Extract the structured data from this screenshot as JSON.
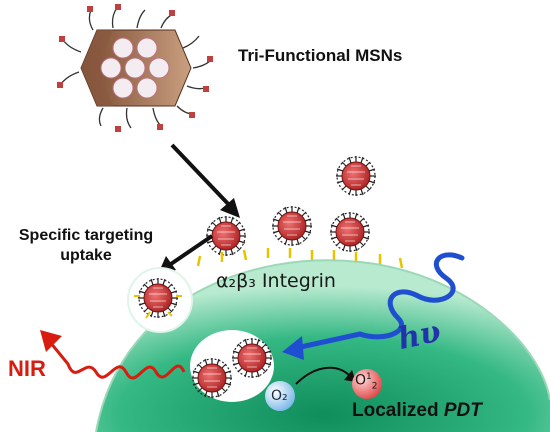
{
  "labels": {
    "title": "Tri-Functional MSNs",
    "targeting": "Specific targeting uptake",
    "integrin": "α₂β₃ Integrin",
    "light": "hυ",
    "nir": "NIR",
    "oxygen": "O₂",
    "singlet_oxygen": "O",
    "singlet_oxygen_sub": "2",
    "singlet_oxygen_sup": "1",
    "pdt_prefix": "Localized ",
    "pdt": "PDT"
  },
  "colors": {
    "cell_fill": "#2bb07a",
    "nanoparticle_core": "#d84848",
    "arrow_black": "#111111",
    "light_wave": "#1f4fd0",
    "nir_wave": "#d81c10",
    "receptor": "#e6c400"
  },
  "icons": {
    "big_particle": "hexagonal-mesoporous-silica-icon",
    "small_particle": "nanoparticle-icon",
    "receptor": "integrin-receptor-icon"
  }
}
